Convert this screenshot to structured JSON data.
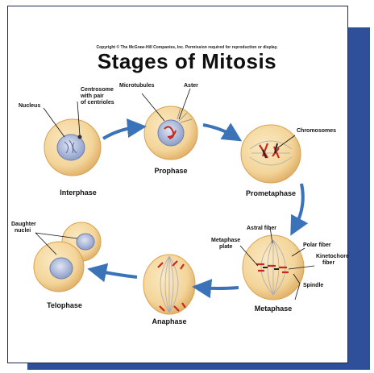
{
  "header": {
    "copyright": "Copyright © The McGraw-Hill Companies, Inc. Permission required for reproduction or display.",
    "title": "Stages of Mitosis"
  },
  "stages": {
    "interphase": "Interphase",
    "prophase": "Prophase",
    "prometaphase": "Prometaphase",
    "metaphase": "Metaphase",
    "anaphase": "Anaphase",
    "telophase": "Telophase"
  },
  "labels": {
    "nucleus": "Nucleus",
    "centrosome_1": "Centrosome",
    "centrosome_2": "with pair",
    "centrosome_3": "of centrioles",
    "microtubules": "Microtubules",
    "aster": "Aster",
    "chromosomes": "Chromosomes",
    "astral_fiber": "Astral fiber",
    "polar_fiber": "Polar fiber",
    "metaphase_plate_1": "Metaphase",
    "metaphase_plate_2": "plate",
    "kinetochore_1": "Kinetochore",
    "kinetochore_2": "fiber",
    "spindle": "Spindle",
    "daughter_1": "Daughter",
    "daughter_2": "nuclei"
  },
  "colors": {
    "frame_shadow": "#2f4f9b",
    "cell_fill": "#f3d59a",
    "cell_edge": "#d9a24e",
    "nucleus_fill": "#b7c3e3",
    "arrow": "#3a73b8",
    "chromosome_red": "#c8281e"
  }
}
